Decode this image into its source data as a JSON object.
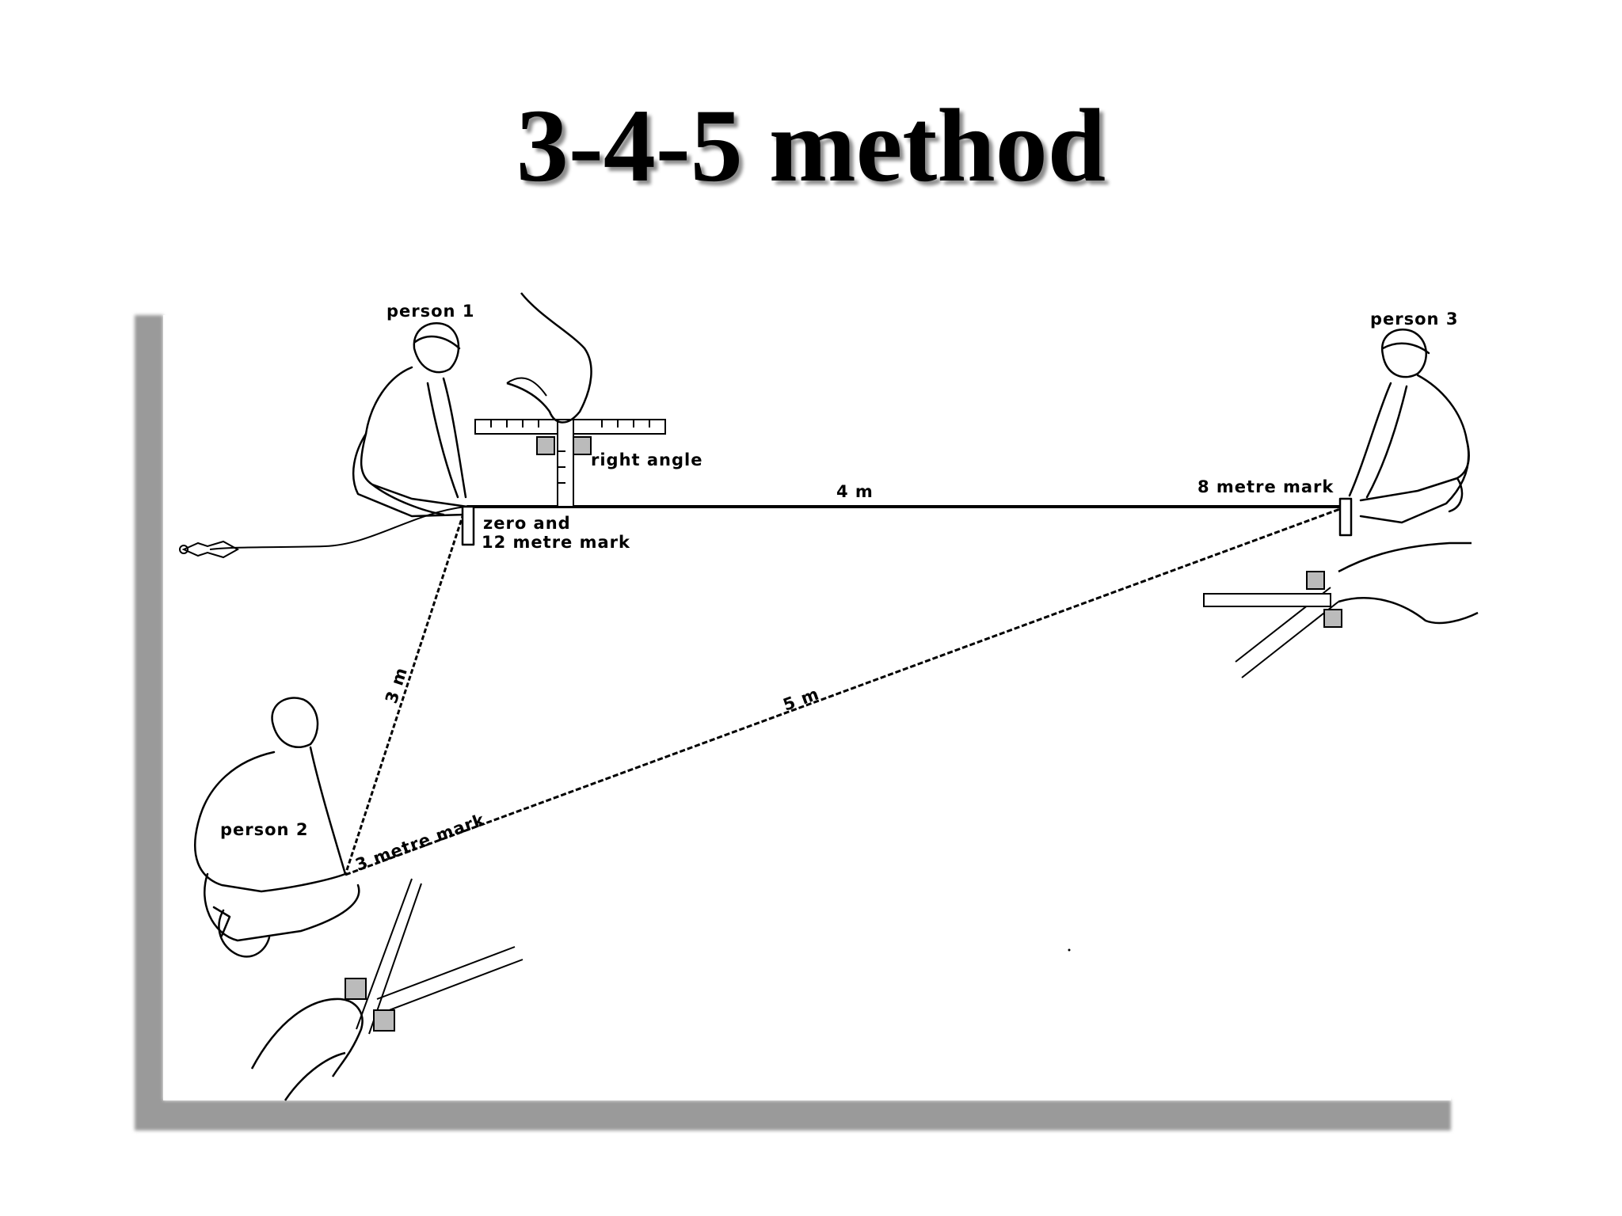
{
  "title": "3-4-5 method",
  "labels": {
    "person_1": "person 1",
    "person_2": "person 2",
    "person_3": "person 3",
    "right_angle": "right angle",
    "zero_mark_line1": "zero and",
    "zero_mark_line2": "12 metre mark",
    "side_4m": "4 m",
    "side_3m": "3 m",
    "side_5m": "5 m",
    "mark_8m": "8 metre mark",
    "mark_3m": "3 metre mark"
  }
}
